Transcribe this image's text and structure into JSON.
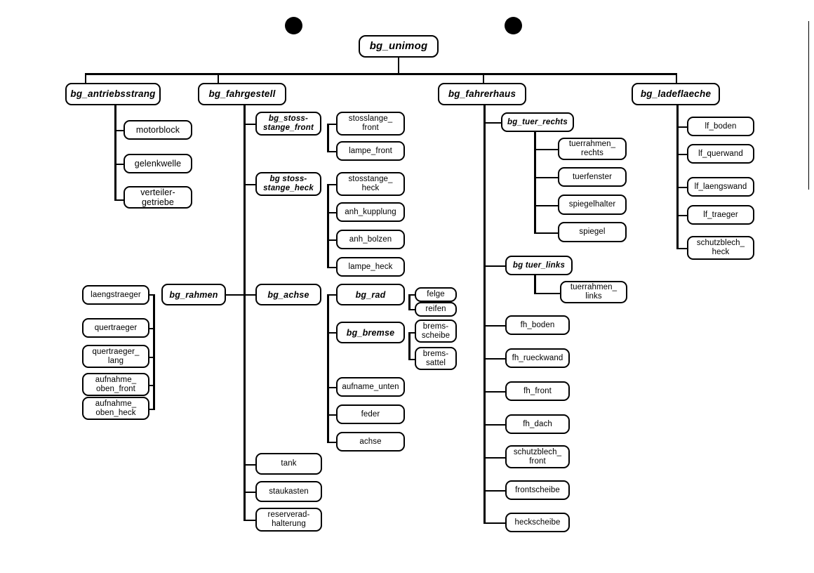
{
  "diagram": {
    "title": "bg_unimog",
    "type": "assembly-hierarchy-tree",
    "ink_color": "#000000",
    "background_color": "#ffffff"
  },
  "root": {
    "label": "bg_unimog"
  },
  "marks": {
    "dot_left": "black-dot",
    "dot_right": "black-dot",
    "page_edge_line": "page-border-artifact"
  },
  "branches": {
    "antriebsstrang": {
      "label": "bg_antriebsstrang",
      "children": [
        {
          "label": "motorblock"
        },
        {
          "label": "gelenkwelle"
        },
        {
          "label": "verteiler-\ngetriebe"
        }
      ]
    },
    "fahrgestell": {
      "label": "bg_fahrgestell",
      "children": [
        {
          "label": "bg_stoss-\nstange_front"
        },
        {
          "label": "bg stoss-\nstange_heck"
        },
        {
          "label": "bg_achse"
        },
        {
          "label": "tank"
        },
        {
          "label": "staukasten"
        },
        {
          "label": "reserverad-\nhalterung"
        }
      ]
    },
    "fahrerhaus": {
      "label": "bg_fahrerhaus",
      "children": [
        {
          "label": "bg_tuer_rechts"
        },
        {
          "label": "bg tuer_links"
        },
        {
          "label": "fh_boden"
        },
        {
          "label": "fh_rueckwand"
        },
        {
          "label": "fh_front"
        },
        {
          "label": "fh_dach"
        },
        {
          "label": "schutzblech_\nfront"
        },
        {
          "label": "frontscheibe"
        },
        {
          "label": "heckscheibe"
        }
      ]
    },
    "ladeflaeche": {
      "label": "bg_ladeflaeche",
      "children": [
        {
          "label": "lf_boden"
        },
        {
          "label": "lf_querwand"
        },
        {
          "label": "lf_laengswand"
        },
        {
          "label": "lf_traeger"
        },
        {
          "label": "schutzblech_\nheck"
        }
      ]
    }
  },
  "subgroups": {
    "stossstange_front": {
      "label": "bg_stoss-\nstange_front",
      "children": [
        {
          "label": "stosslange_\nfront"
        },
        {
          "label": "lampe_front"
        }
      ]
    },
    "stossstange_heck": {
      "label": "bg stoss-\nstange_heck",
      "children": [
        {
          "label": "stosstange_\nheck"
        },
        {
          "label": "anh_kupplung"
        },
        {
          "label": "anh_bolzen"
        },
        {
          "label": "lampe_heck"
        }
      ]
    },
    "rahmen": {
      "label": "bg_rahmen",
      "children": [
        {
          "label": "laengstraeger"
        },
        {
          "label": "quertraeger"
        },
        {
          "label": "quertraeger_\nlang"
        },
        {
          "label": "aufnahme_\noben_front"
        },
        {
          "label": "aufnahme_\noben_heck"
        }
      ]
    },
    "achse": {
      "label": "bg_achse",
      "children": [
        {
          "label": "bg_rad"
        },
        {
          "label": "bg_bremse"
        },
        {
          "label": "aufname_unten"
        },
        {
          "label": "feder"
        },
        {
          "label": "achse"
        }
      ]
    },
    "rad": {
      "label": "bg_rad",
      "children": [
        {
          "label": "felge"
        },
        {
          "label": "reifen"
        }
      ]
    },
    "bremse": {
      "label": "bg_bremse",
      "children": [
        {
          "label": "brems-\nscheibe"
        },
        {
          "label": "brems-\nsattel"
        }
      ]
    },
    "tuer_rechts": {
      "label": "bg_tuer_rechts",
      "children": [
        {
          "label": "tuerrahmen_\nrechts"
        },
        {
          "label": "tuerfenster"
        },
        {
          "label": "spiegelhalter"
        },
        {
          "label": "spiegel"
        }
      ]
    },
    "tuer_links": {
      "label": "bg tuer_links",
      "children": [
        {
          "label": "tuerrahmen_\nlinks"
        }
      ]
    }
  }
}
